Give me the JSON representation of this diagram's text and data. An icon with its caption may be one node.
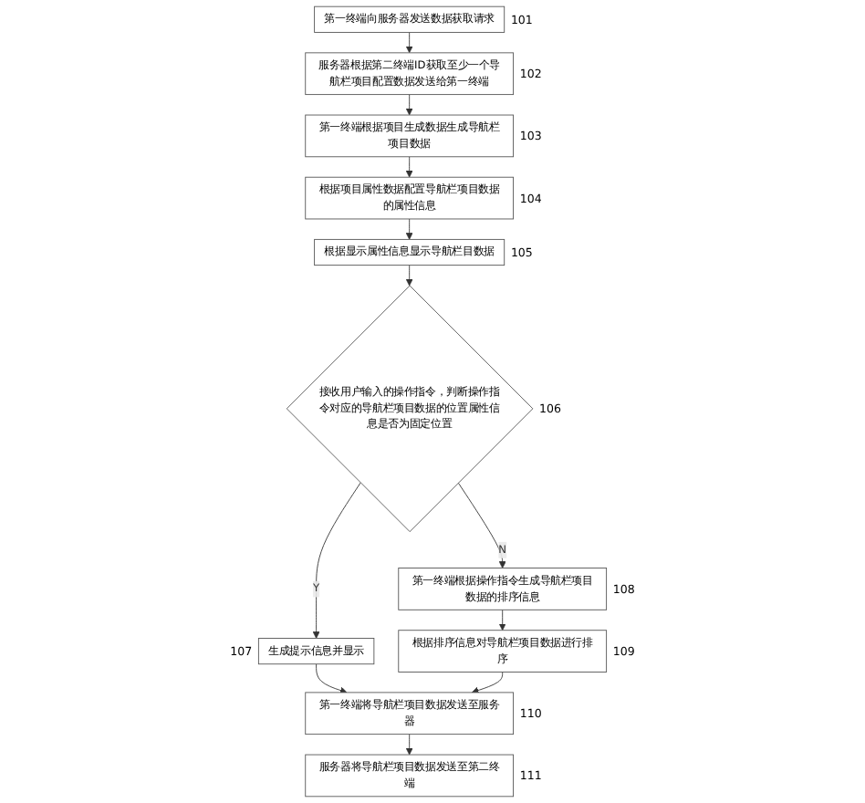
{
  "diagram": {
    "nodes": [
      {
        "text": [
          "第一终端向服务器发送数据获取请求"
        ],
        "beside": [
          "101"
        ]
      },
      {
        "text": [
          "服务器根据第二终端ID获取至少一个导航栏项目配置数据发送给第一终端"
        ],
        "beside": [
          "102"
        ]
      },
      {
        "text": [
          "第一终端根据项目生成数据生成导航栏项目数据"
        ],
        "beside": [
          "103"
        ]
      },
      {
        "text": [
          "根据项目属性数据配置导航栏项目数据的属性信息"
        ],
        "beside": [
          "104"
        ]
      },
      {
        "text": [
          "根据显示属性信息显示导航栏目数据"
        ],
        "beside": [
          "105"
        ]
      },
      {
        "text": [
          "接收用户输入的操作指令，判断操作指令对应的导航栏项目数据的位置属性信息是否为固定位置"
        ],
        "beside": [
          "106"
        ]
      },
      {
        "text": [
          "生成提示信息并显示"
        ],
        "beside": [
          "107"
        ]
      },
      {
        "text": [
          "第一终端根据操作指令生成导航栏项目数据的排序信息"
        ],
        "beside": [
          "108"
        ]
      },
      {
        "text": [
          "根据排序信息对导航栏项目数据进行排序"
        ],
        "beside": [
          "109"
        ]
      },
      {
        "text": [
          "第一终端将导航栏项目数据发送至服务器"
        ],
        "beside": [
          "110"
        ]
      },
      {
        "text": [
          "服务器将导航栏项目数据发送至第二终端"
        ],
        "beside": [
          "111"
        ]
      }
    ],
    "edges": [
      {
        "from": 0,
        "to": 1,
        "arrow": "to"
      },
      {
        "from": 1,
        "to": 2,
        "arrow": "to"
      },
      {
        "from": 2,
        "to": 3,
        "arrow": "to"
      },
      {
        "from": 3,
        "to": 4,
        "arrow": "to"
      },
      {
        "from": 4,
        "to": 5,
        "arrow": "to"
      },
      {
        "from": 5,
        "to": 6,
        "arrow": "to",
        "label": "Y"
      },
      {
        "from": 5,
        "to": 7,
        "arrow": "to",
        "label": "N"
      },
      {
        "from": 7,
        "to": 8,
        "arrow": "to"
      },
      {
        "from": 6,
        "to": 9,
        "arrow": "to"
      },
      {
        "from": 8,
        "to": 9,
        "arrow": "to"
      },
      {
        "from": 9,
        "to": 10,
        "arrow": "to"
      }
    ]
  }
}
